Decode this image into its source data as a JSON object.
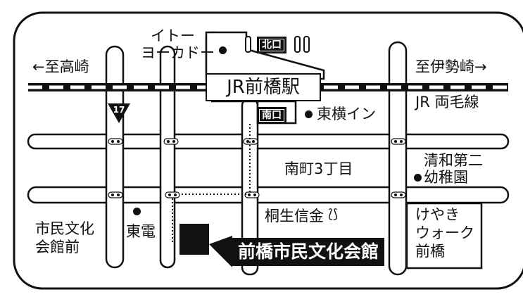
{
  "map": {
    "direction_left": "←至高崎",
    "direction_right": "至伊勢崎→",
    "railway_name": "JR 両毛線",
    "station_name": "JR前橋駅",
    "north_exit": "北口",
    "south_exit": "南口",
    "route_number": "17",
    "venue_name": "前橋市民文化会館",
    "landmarks": {
      "ito_yokado": [
        "イトー",
        "ヨーカドー"
      ],
      "toyoko_inn": "東横イン",
      "minamicho": "南町3丁目",
      "seiwa_kindergarten": [
        "清和第二",
        "幼稚園"
      ],
      "kiryu_shinkin": "桐生信金",
      "toden": "東電",
      "bunka_kaikan_mae": [
        "市民文化",
        "会館前"
      ],
      "keyaki_walk": [
        "けやき",
        "ウォーク",
        "前橋"
      ]
    }
  }
}
